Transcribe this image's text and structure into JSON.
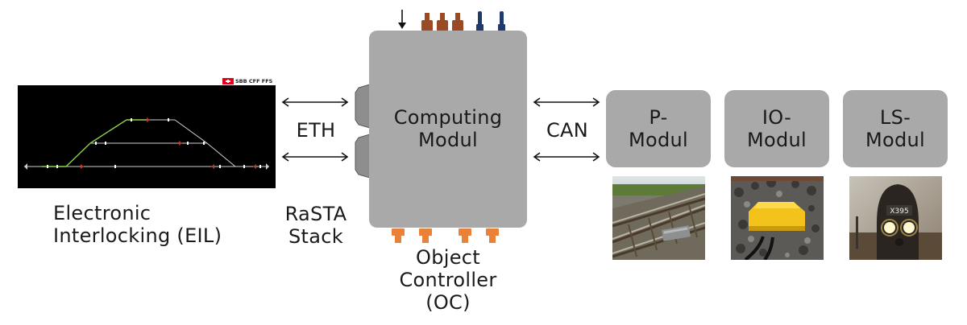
{
  "eil": {
    "brand": "SBB CFF FFS",
    "label_line1": "Electronic",
    "label_line2": "Interlocking (EIL)"
  },
  "links": {
    "eth": "ETH",
    "can": "CAN",
    "rasta_line1": "RaSTA",
    "rasta_line2": "Stack"
  },
  "computing": {
    "line1": "Computing",
    "line2": "Modul"
  },
  "object_controller": {
    "line1": "Object",
    "line2": "Controller",
    "line3": "(OC)"
  },
  "modules": [
    {
      "line1": "P-",
      "line2": "Modul"
    },
    {
      "line1": "IO-",
      "line2": "Modul"
    },
    {
      "line1": "LS-",
      "line2": "Modul"
    }
  ],
  "signal_sign": "X395",
  "colors": {
    "box_gray": "#a9a9a9",
    "connector_brown": "#9a4a25",
    "connector_blue": "#1f3a6b",
    "connector_orange": "#e8823a",
    "track_green": "#8bd34a",
    "io_yellow": "#f3c21b"
  }
}
